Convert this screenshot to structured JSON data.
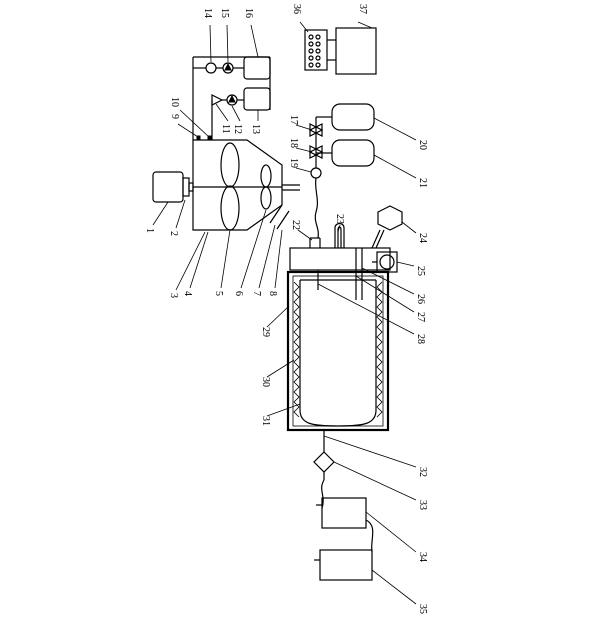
{
  "labels": {
    "n1": "1",
    "n2": "2",
    "n3": "3",
    "n4": "4",
    "n5": "5",
    "n6": "6",
    "n7": "7",
    "n8": "8",
    "n9": "9",
    "n10": "10",
    "n11": "11",
    "n12": "12",
    "n13": "13",
    "n14": "14",
    "n15": "15",
    "n16": "16",
    "n17": "17",
    "n18": "18",
    "n19": "19",
    "n20": "20",
    "n21": "21",
    "n22": "22",
    "n23": "23",
    "n24": "24",
    "n25": "25",
    "n26": "26",
    "n27": "27",
    "n28": "28",
    "n29": "29",
    "n30": "30",
    "n31": "31",
    "n32": "32",
    "n33": "33",
    "n34": "34",
    "n35": "35",
    "n36": "36",
    "n37": "37"
  }
}
